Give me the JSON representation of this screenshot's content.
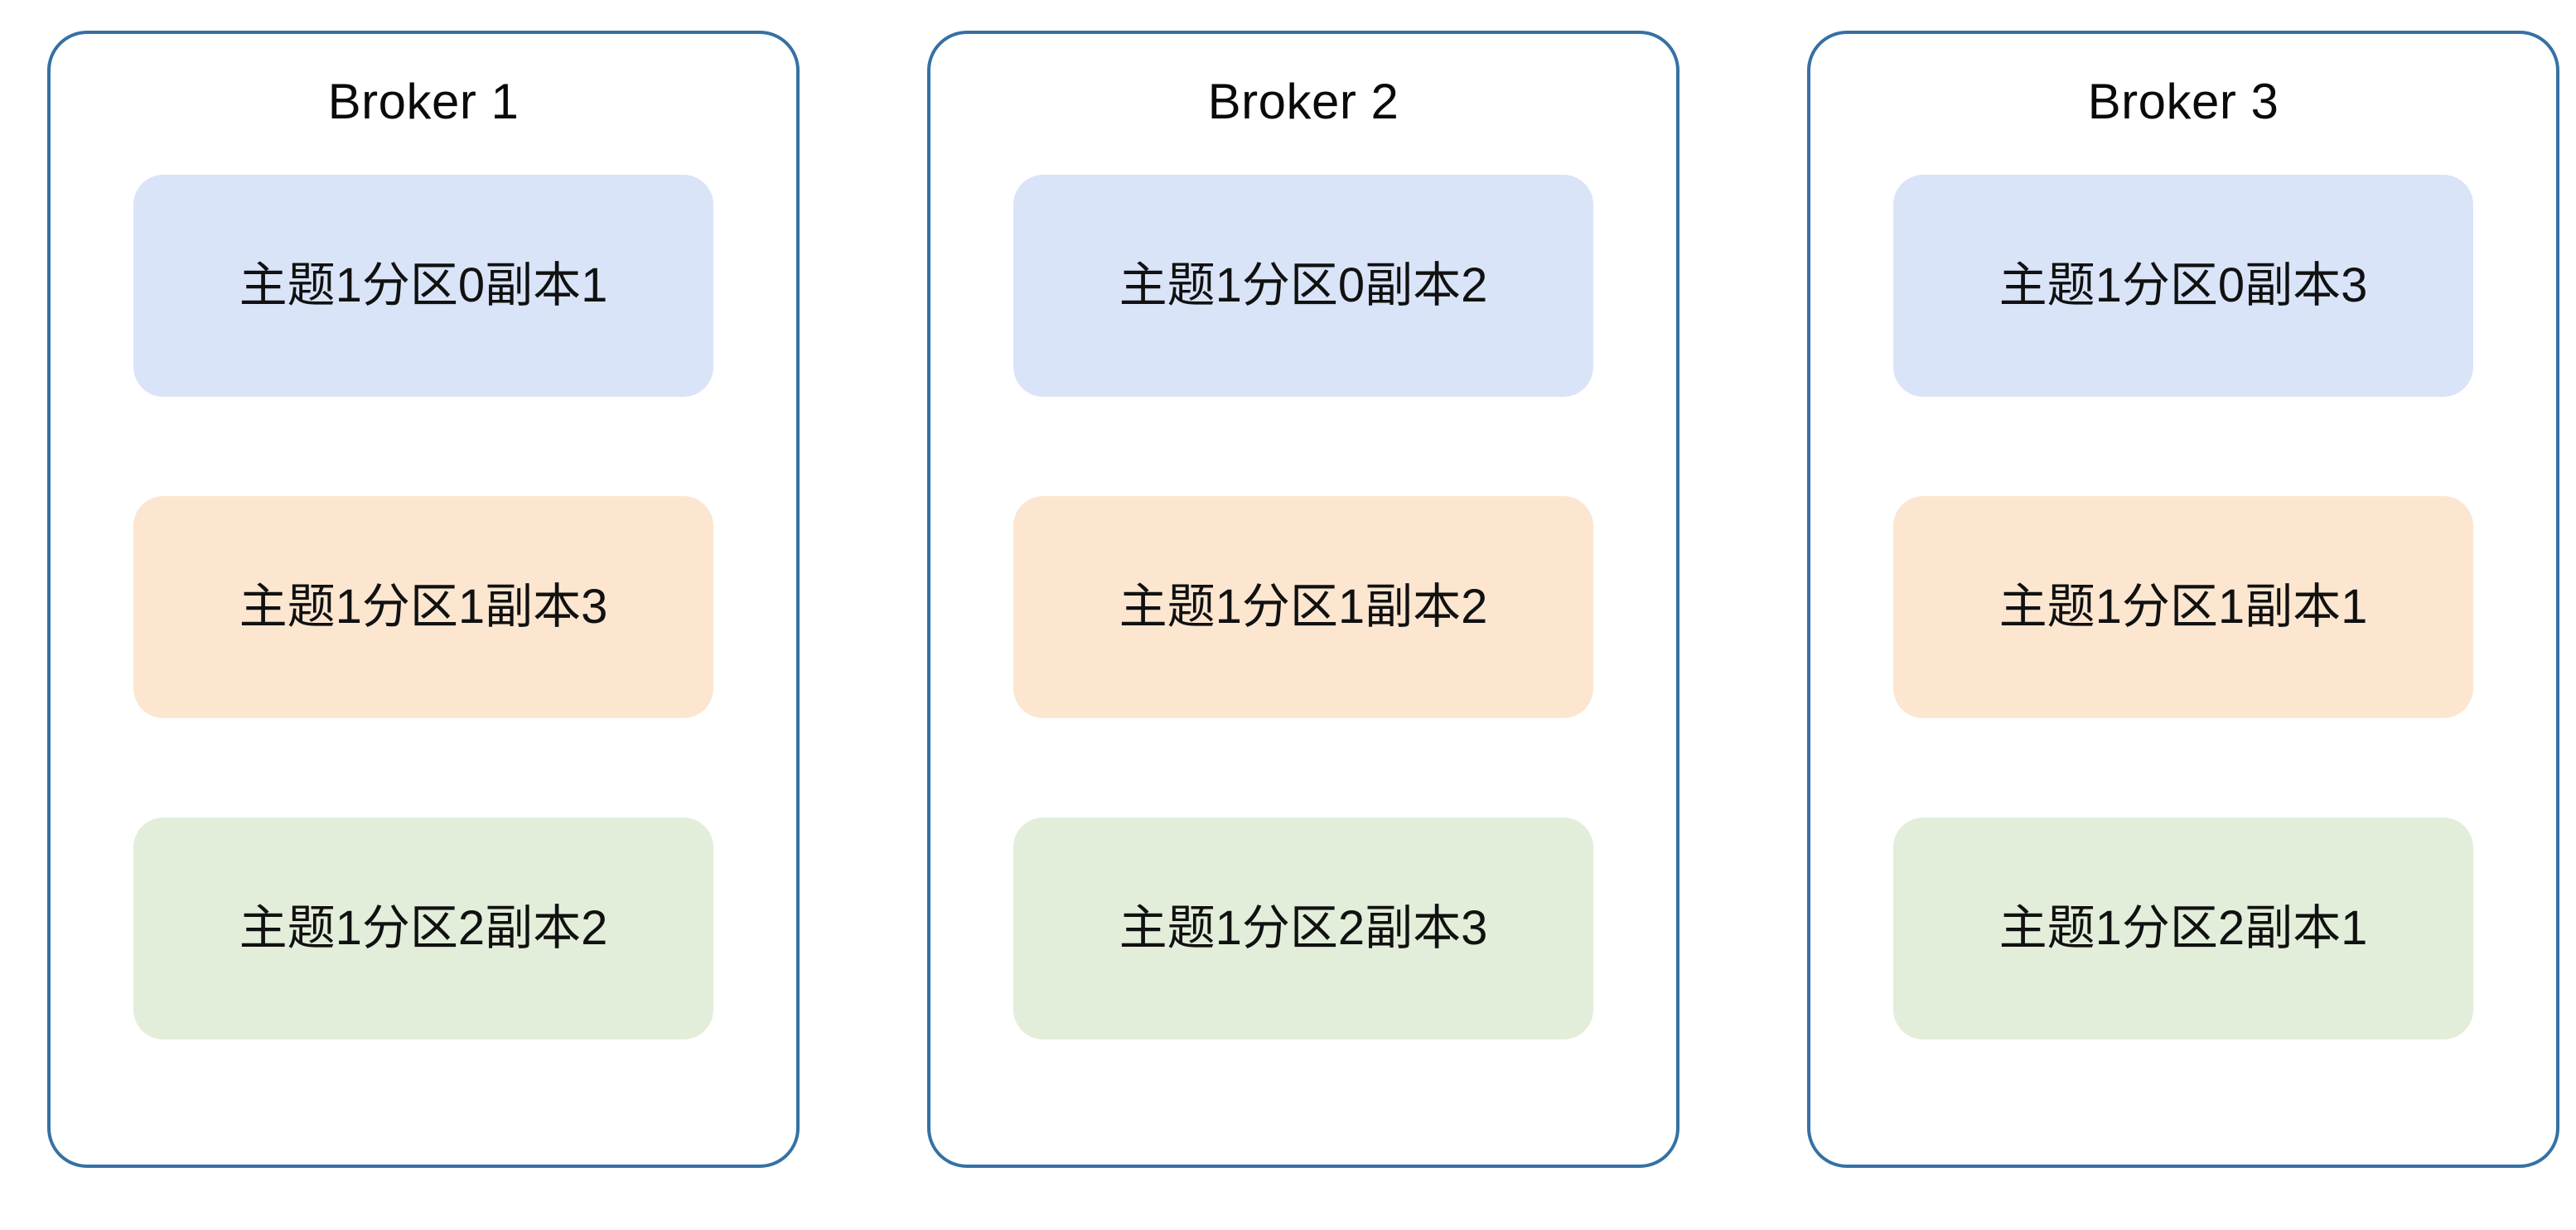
{
  "diagram": {
    "title_absent": true,
    "background_color": "#ffffff",
    "container_border_color": "#3670A5",
    "palette": {
      "partition0_blue": "#D9E4F8",
      "partition1_orange": "#FCE6D0",
      "partition2_green": "#E3EEDA",
      "text": "#111111"
    }
  },
  "brokers": [
    {
      "title": "Broker 1",
      "partitions": [
        {
          "label": "主题1分区0副本1",
          "color_key": "blue"
        },
        {
          "label": "主题1分区1副本3",
          "color_key": "orange"
        },
        {
          "label": "主题1分区2副本2",
          "color_key": "green"
        }
      ]
    },
    {
      "title": "Broker 2",
      "partitions": [
        {
          "label": "主题1分区0副本2",
          "color_key": "blue"
        },
        {
          "label": "主题1分区1副本2",
          "color_key": "orange"
        },
        {
          "label": "主题1分区2副本3",
          "color_key": "green"
        }
      ]
    },
    {
      "title": "Broker 3",
      "partitions": [
        {
          "label": "主题1分区0副本3",
          "color_key": "blue"
        },
        {
          "label": "主题1分区1副本1",
          "color_key": "orange"
        },
        {
          "label": "主题1分区2副本1",
          "color_key": "green"
        }
      ]
    }
  ]
}
